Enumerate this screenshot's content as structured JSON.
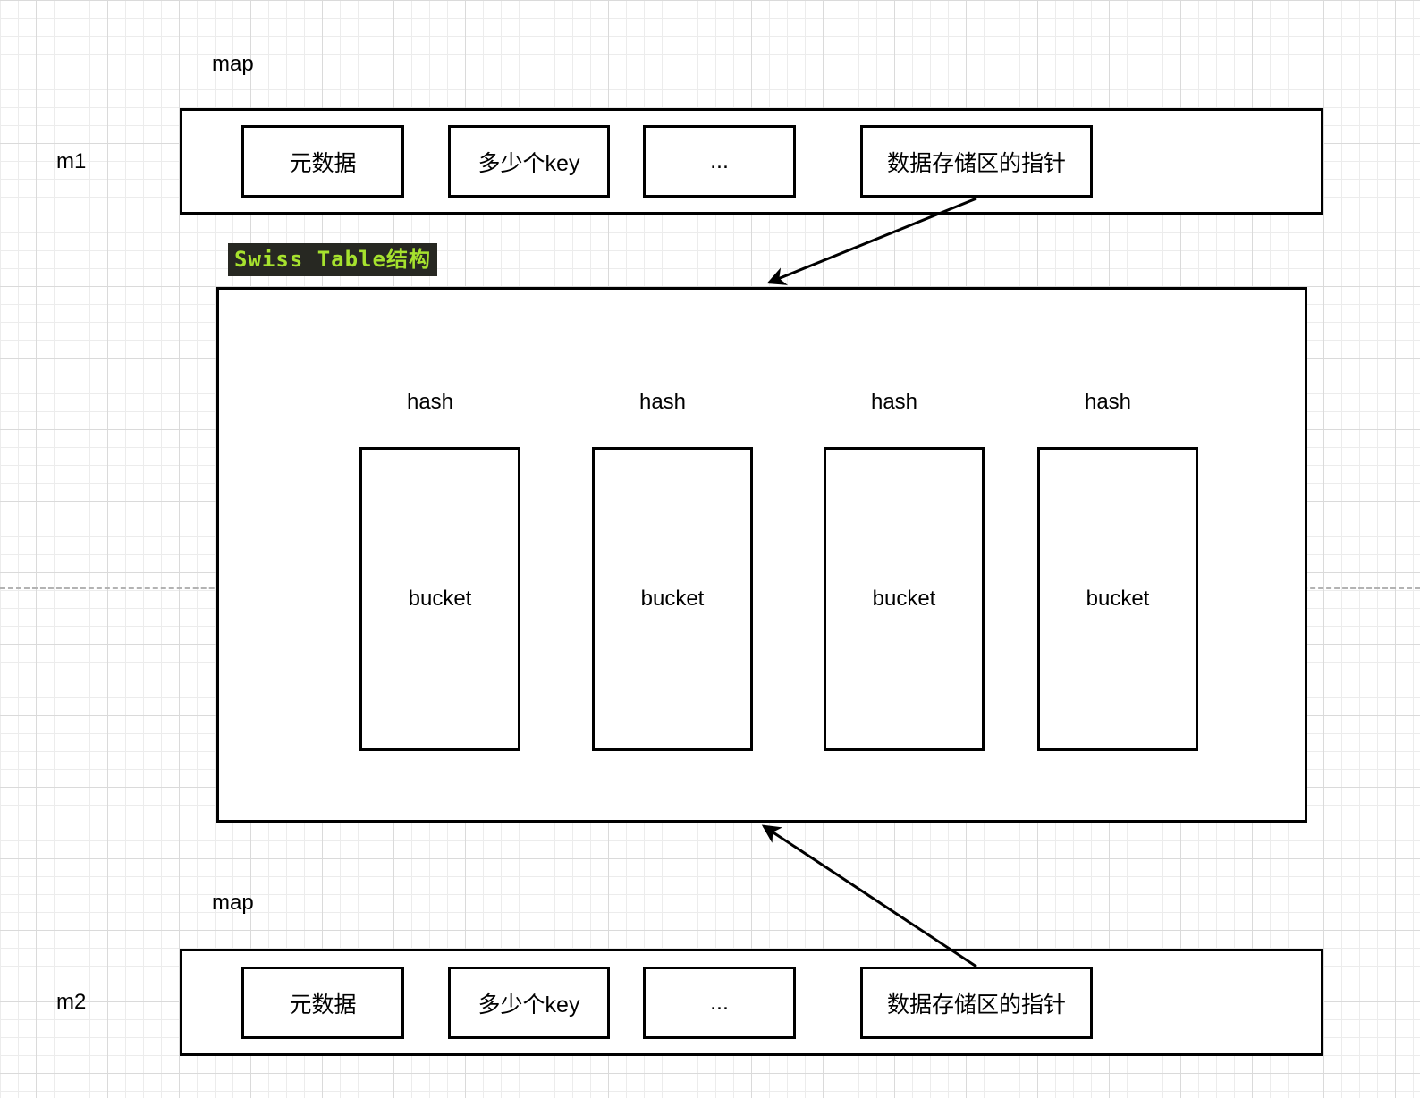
{
  "colors": {
    "stroke": "#000000",
    "badge_bg": "#272822",
    "badge_text": "#a6e22e",
    "grid_minor": "#ececec",
    "grid_major": "#dadada",
    "divider": "#b3b3b3"
  },
  "maps": [
    {
      "type_label": "map",
      "instance_label": "m1",
      "fields": [
        "元数据",
        "多少个key",
        "...",
        "数据存储区的指针"
      ]
    },
    {
      "type_label": "map",
      "instance_label": "m2",
      "fields": [
        "元数据",
        "多少个key",
        "...",
        "数据存储区的指针"
      ]
    }
  ],
  "swiss_table": {
    "badge": "Swiss Table结构",
    "columns": [
      {
        "hash_label": "hash",
        "bucket_label": "bucket"
      },
      {
        "hash_label": "hash",
        "bucket_label": "bucket"
      },
      {
        "hash_label": "hash",
        "bucket_label": "bucket"
      },
      {
        "hash_label": "hash",
        "bucket_label": "bucket"
      }
    ]
  }
}
